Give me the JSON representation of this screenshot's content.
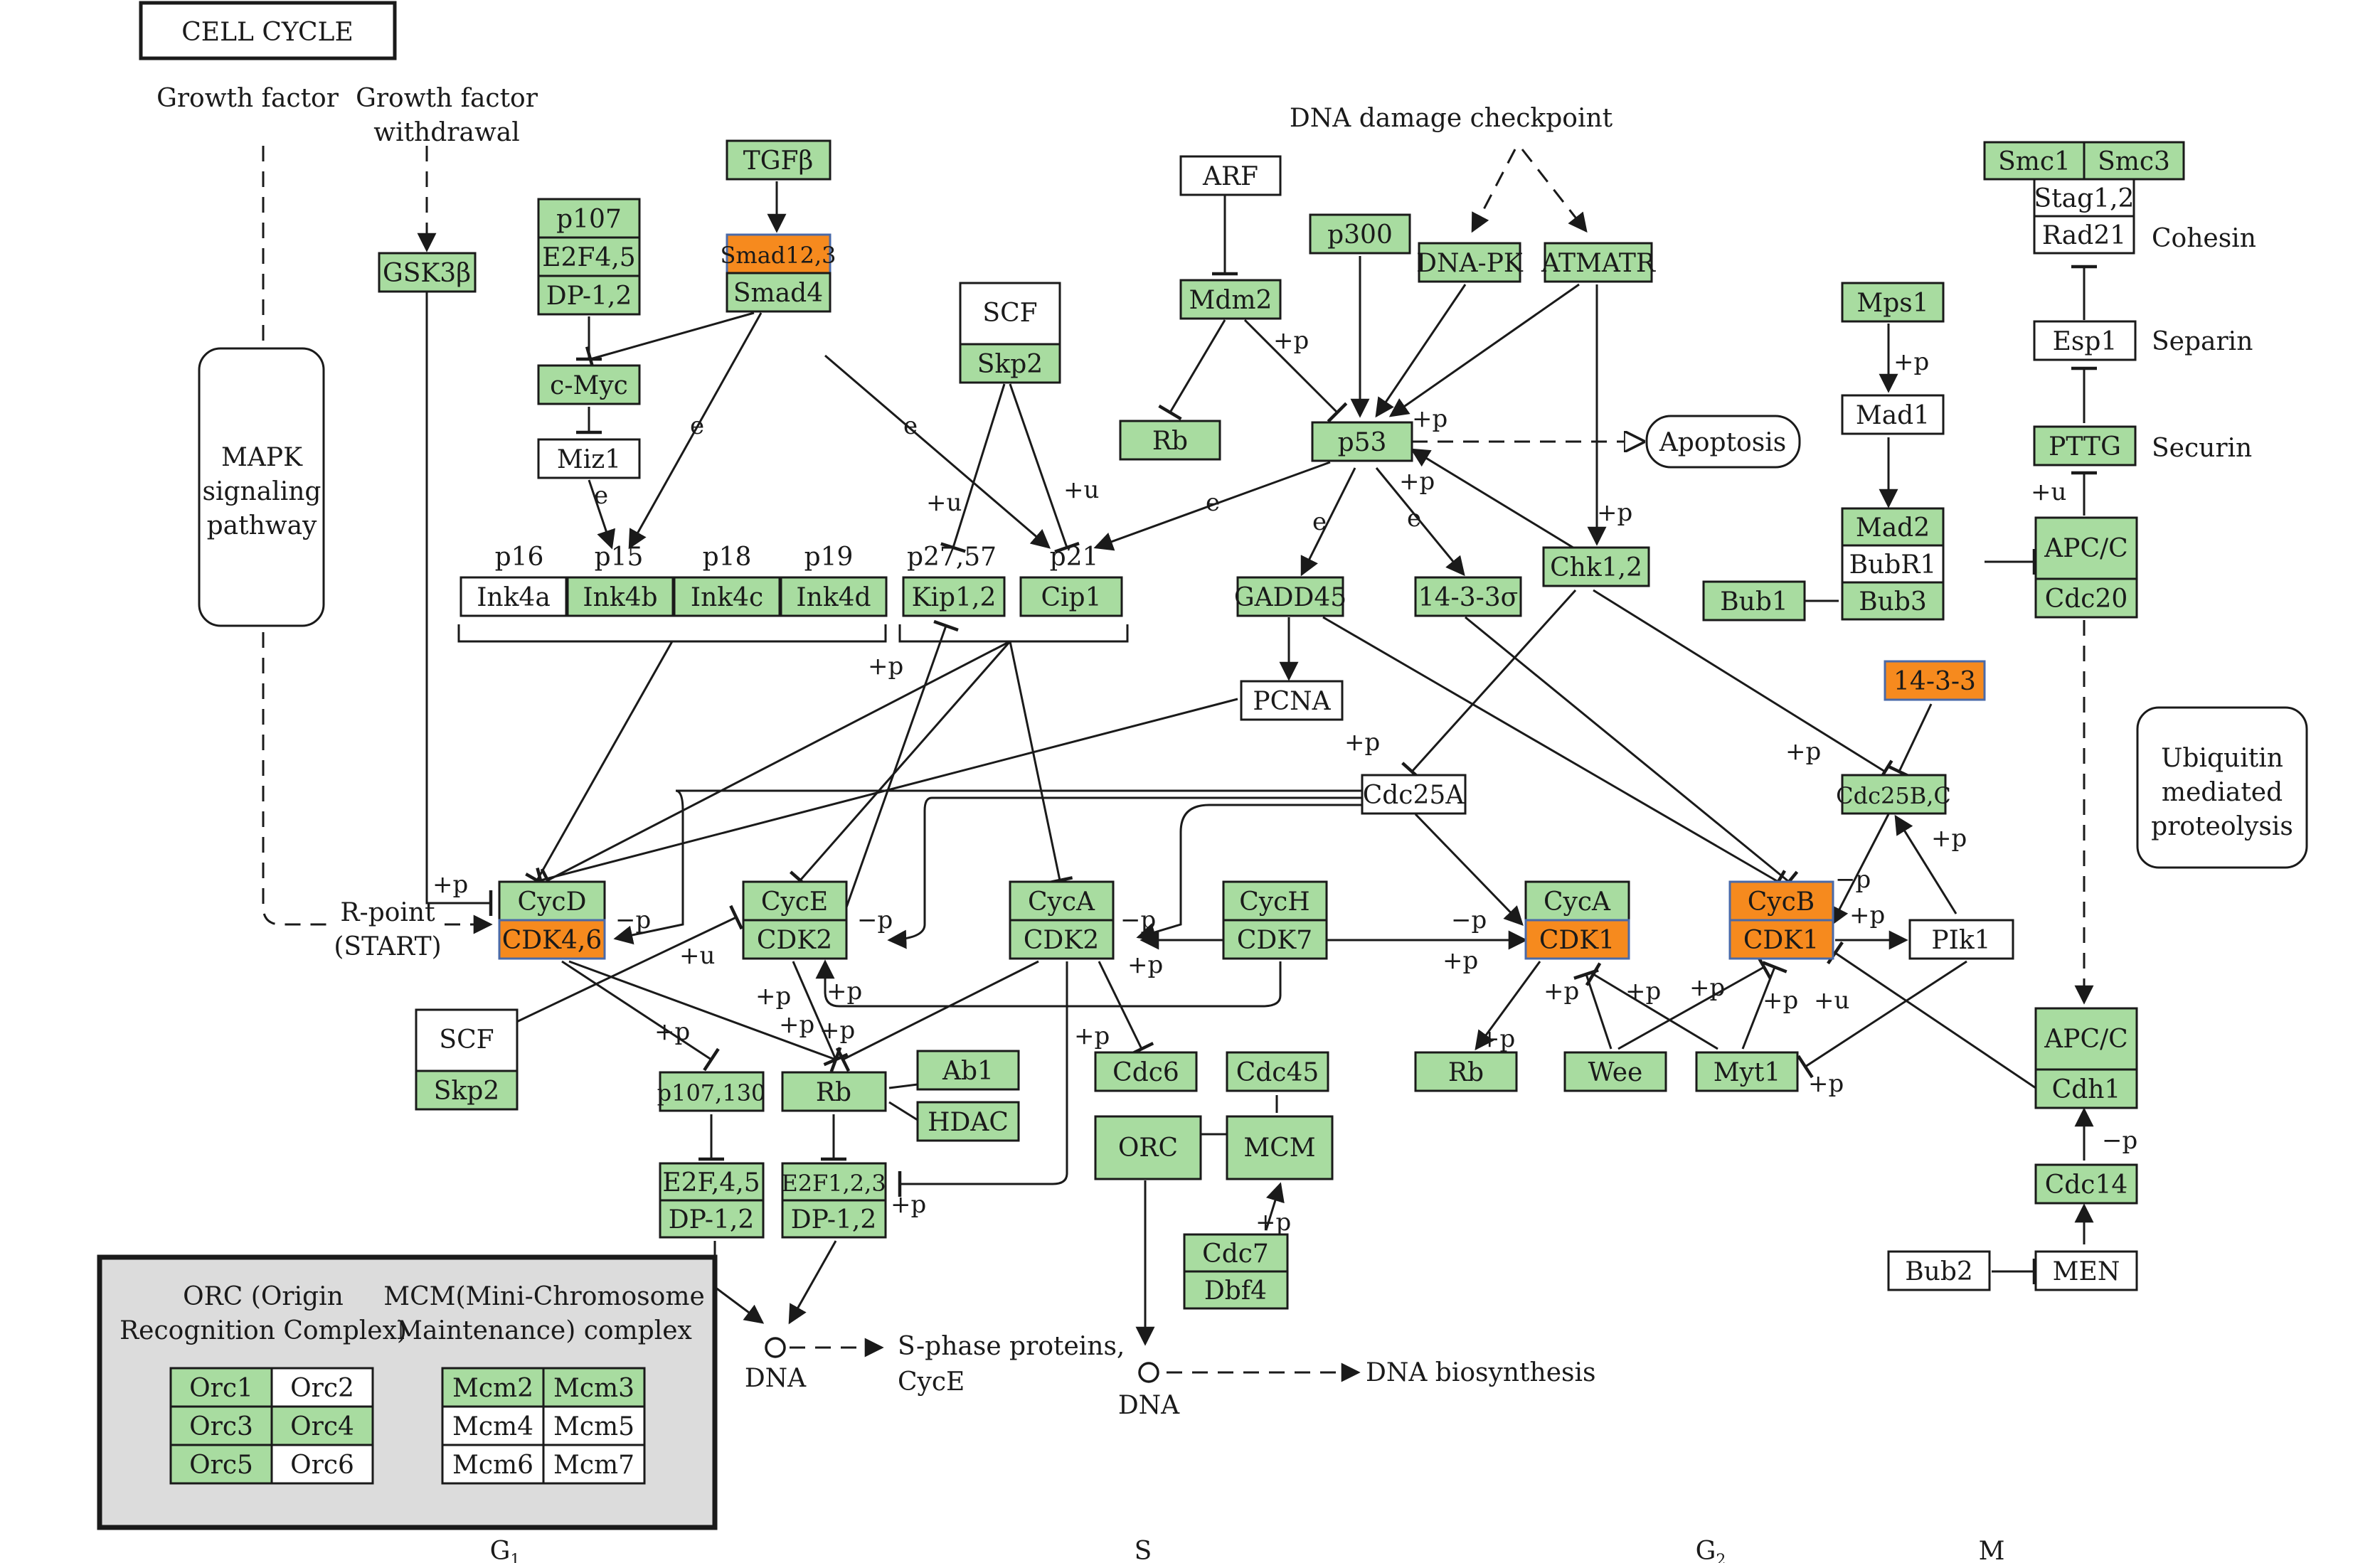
{
  "title": "CELL CYCLE",
  "colors": {
    "green": "#a8dca0",
    "orange": "#f68a1e",
    "white": "#ffffff",
    "legend_bg": "#dcdcdc",
    "line": "#1a1a1a",
    "orange_border": "#4a6aa8"
  },
  "labels": {
    "growth_factor": "Growth factor",
    "gf_withdrawal_1": "Growth factor",
    "gf_withdrawal_2": "withdrawal",
    "dna_damage": "DNA damage checkpoint",
    "mapk_1": "MAPK",
    "mapk_2": "signaling",
    "mapk_3": "pathway",
    "rpoint_1": "R-point",
    "rpoint_2": "(START)",
    "apoptosis": "Apoptosis",
    "ubiq_1": "Ubiquitin",
    "ubiq_2": "mediated",
    "ubiq_3": "proteolysis",
    "cohesin": "Cohesin",
    "separin": "Separin",
    "securin": "Securin",
    "p16": "p16",
    "p15": "p15",
    "p18": "p18",
    "p19": "p19",
    "p2757": "p27,57",
    "p21": "p21",
    "dna": "DNA",
    "sphase_1": "S-phase proteins,",
    "sphase_2": "CycE",
    "dna_biosyn": "DNA biosynthesis",
    "phase_g1": "G",
    "phase_g1_sub": "1",
    "phase_s": "S",
    "phase_g2": "G",
    "phase_g2_sub": "2",
    "phase_m": "M"
  },
  "nodes": {
    "gsk3b": "GSK3β",
    "p107": "p107",
    "e2f45_top": "E2F4,5",
    "dp12_top": "DP-1,2",
    "tgfb": "TGFβ",
    "smad123": "Smad12,3",
    "smad4": "Smad4",
    "cmyc": "c-Myc",
    "miz1": "Miz1",
    "scf_top": "SCF",
    "skp2_top": "Skp2",
    "arf": "ARF",
    "mdm2": "Mdm2",
    "rb_top": "Rb",
    "p300": "p300",
    "dnapk": "DNA-PK",
    "atmatr": "ATMATR",
    "p53": "p53",
    "ink4a": "Ink4a",
    "ink4b": "Ink4b",
    "ink4c": "Ink4c",
    "ink4d": "Ink4d",
    "kip12": "Kip1,2",
    "cip1": "Cip1",
    "gadd45": "GADD45",
    "s1433s": "14-3-3σ",
    "chk12": "Chk1,2",
    "pcna": "PCNA",
    "mps1": "Mps1",
    "mad1": "Mad1",
    "mad2": "Mad2",
    "bubr1": "BubR1",
    "bub3": "Bub3",
    "bub1": "Bub1",
    "smc1": "Smc1",
    "smc3": "Smc3",
    "stag12": "Stag1,2",
    "rad21": "Rad21",
    "esp1": "Esp1",
    "pttg": "PTTG",
    "apcc_top": "APC/C",
    "cdc20": "Cdc20",
    "s1433": "14-3-3",
    "cdc25a": "Cdc25A",
    "cdc25bc": "Cdc25B,C",
    "cycd": "CycD",
    "cdk46": "CDK4,6",
    "cyce": "CycE",
    "cdk2_e": "CDK2",
    "cyca_s": "CycA",
    "cdk2_a": "CDK2",
    "cych": "CycH",
    "cdk7": "CDK7",
    "cyca_g2": "CycA",
    "cdk1_a": "CDK1",
    "cycb": "CycB",
    "cdk1_b": "CDK1",
    "plk1": "PIk1",
    "scf_bot": "SCF",
    "skp2_bot": "Skp2",
    "p107130": "p107,130",
    "rb_mid": "Rb",
    "ab1": "Ab1",
    "hdac": "HDAC",
    "e2f45_bot": "E2F,4,5",
    "dp12_bot1": "DP-1,2",
    "e2f123": "E2F1,2,3",
    "dp12_bot2": "DP-1,2",
    "cdc6": "Cdc6",
    "cdc45": "Cdc45",
    "orc": "ORC",
    "mcm": "MCM",
    "cdc7": "Cdc7",
    "dbf4": "Dbf4",
    "rb_g2": "Rb",
    "wee": "Wee",
    "myt1": "Myt1",
    "apcc_bot": "APC/C",
    "cdh1": "Cdh1",
    "cdc14": "Cdc14",
    "bub2": "Bub2",
    "men": "MEN"
  },
  "legend": {
    "orc_title_1": "ORC (Origin",
    "orc_title_2": "Recognition Complex)",
    "mcm_title_1": "MCM(Mini-Chromosome",
    "mcm_title_2": "Maintenance) complex",
    "orc1": "Orc1",
    "orc2": "Orc2",
    "orc3": "Orc3",
    "orc4": "Orc4",
    "orc5": "Orc5",
    "orc6": "Orc6",
    "mcm2": "Mcm2",
    "mcm3": "Mcm3",
    "mcm4": "Mcm4",
    "mcm5": "Mcm5",
    "mcm6": "Mcm6",
    "mcm7": "Mcm7"
  },
  "edge_labels": {
    "plus_p": "+p",
    "minus_p": "−p",
    "plus_u": "+u",
    "e": "e"
  }
}
